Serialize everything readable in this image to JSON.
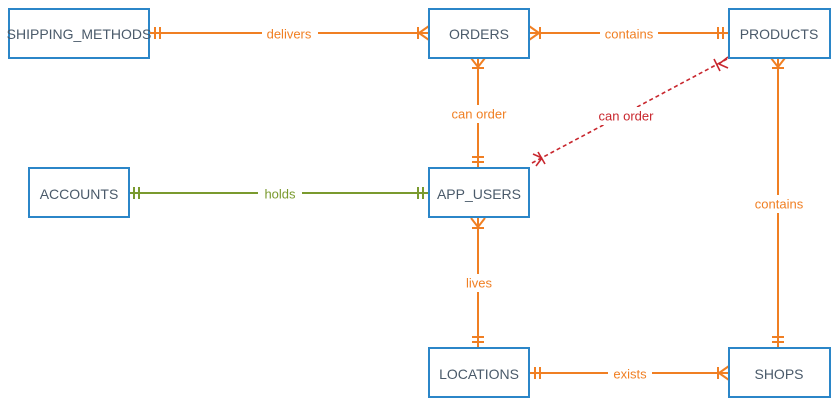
{
  "entities": {
    "shipping_methods": "SHIPPING_METHODS",
    "orders": "ORDERS",
    "products": "PRODUCTS",
    "accounts": "ACCOUNTS",
    "app_users": "APP_USERS",
    "locations": "LOCATIONS",
    "shops": "SHOPS"
  },
  "relationships": {
    "delivers": "delivers",
    "contains_orders_products": "contains",
    "can_order_orders_users": "can order",
    "can_order_users_products": "can order",
    "holds": "holds",
    "contains_products_shops": "contains",
    "lives": "lives",
    "exists": "exists"
  },
  "colors": {
    "entity_border": "#2b86c8",
    "entity_text": "#4a5a6a",
    "relation_orange": "#f07f23",
    "relation_green": "#7a9a2e",
    "relation_red": "#c8262d"
  }
}
